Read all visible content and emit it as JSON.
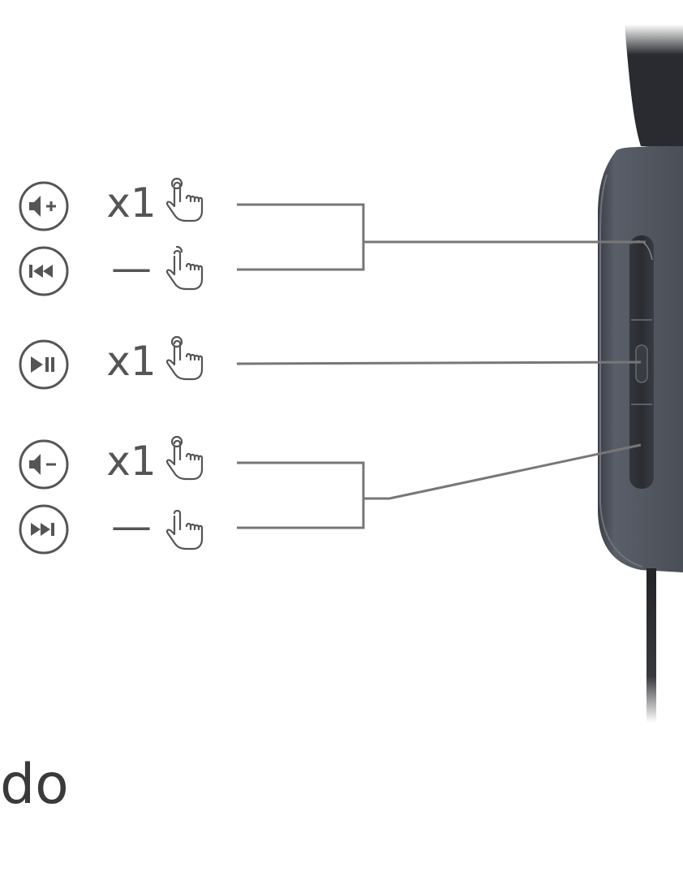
{
  "rows": [
    {
      "icon": "volume-up-icon",
      "action": "x1",
      "gesture": "tap-hand-icon"
    },
    {
      "icon": "previous-track-icon",
      "action": "—",
      "gesture": "press-hold-hand-icon"
    },
    {
      "icon": "play-pause-icon",
      "action": "x1",
      "gesture": "tap-hand-icon"
    },
    {
      "icon": "volume-down-icon",
      "action": "x1",
      "gesture": "tap-hand-icon"
    },
    {
      "icon": "next-track-icon",
      "action": "—",
      "gesture": "press-hold-hand-icon"
    }
  ],
  "footer": {
    "text": "do"
  },
  "colors": {
    "icon_stroke": "#555555",
    "leader_line": "#777777",
    "remote_body": "#4a4e57",
    "remote_dark": "#2b2d33",
    "cable": "#222326"
  }
}
